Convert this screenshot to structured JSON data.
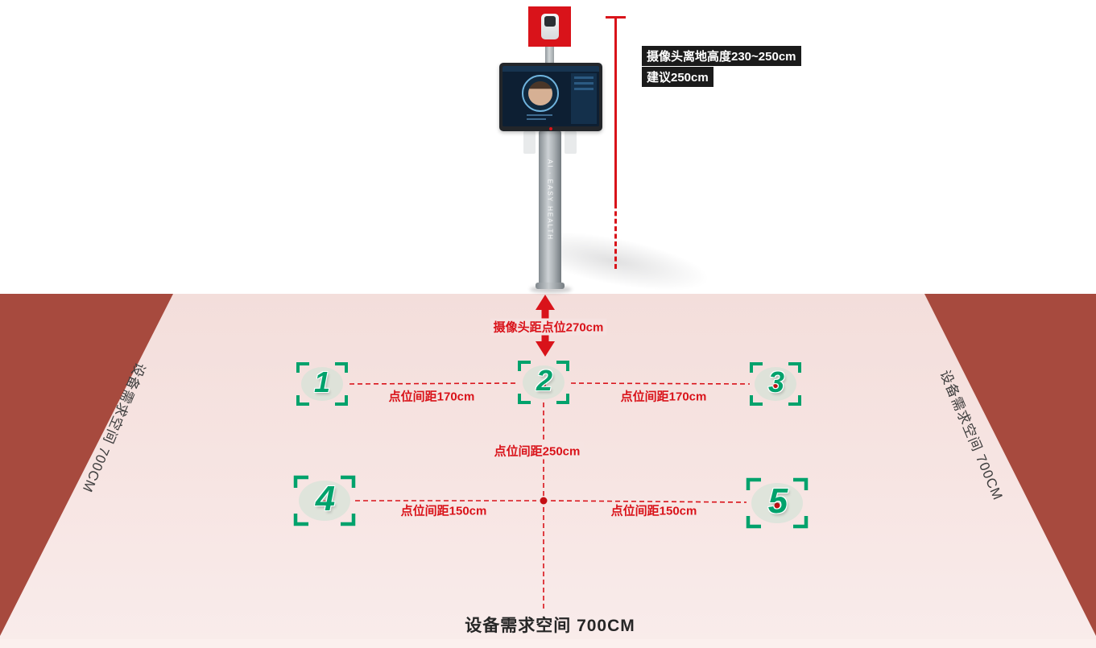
{
  "device": {
    "brand": "AI · EASY HEALTH",
    "height_note": {
      "line1": "摄像头离地高度230~250cm",
      "line2": "建议250cm"
    }
  },
  "annotations": {
    "camera_distance": "摄像头距点位270cm",
    "gap_170_left": "点位间距170cm",
    "gap_170_right": "点位间距170cm",
    "gap_250": "点位间距250cm",
    "gap_150_left": "点位间距150cm",
    "gap_150_right": "点位间距150cm"
  },
  "floor": {
    "label_left": "设备需求空间 700CM",
    "label_right": "设备需求空间 700CM",
    "label_bottom": "设备需求空间 700CM"
  },
  "points": [
    {
      "label": "1"
    },
    {
      "label": "2"
    },
    {
      "label": "3"
    },
    {
      "label": "4"
    },
    {
      "label": "5"
    }
  ],
  "colors": {
    "accent_red": "#d9131a",
    "border_red": "#a74a3e",
    "floor_pink": "#f7e5e3",
    "marker_green": "#00a26c"
  }
}
